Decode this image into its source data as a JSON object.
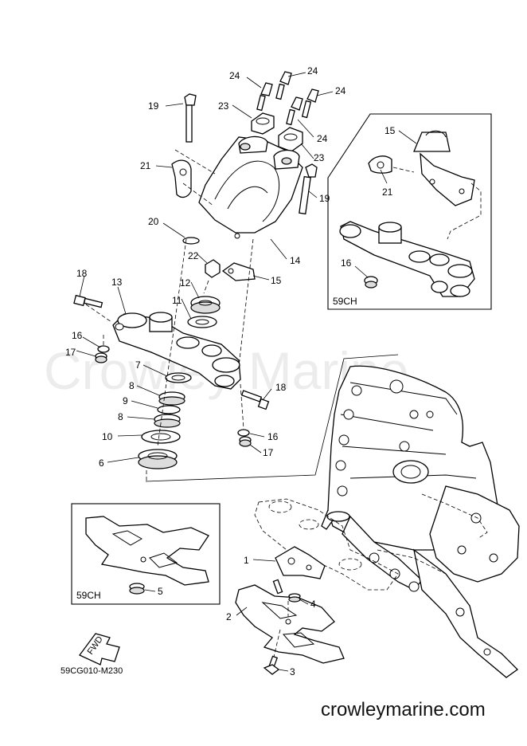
{
  "diagram": {
    "code": "59CG010-M230",
    "watermark": "Crowley Marine",
    "footer": "crowleymarine.com",
    "fwd_label": "FWD",
    "insets": {
      "upper_right": "59CH",
      "lower_left": "59CH"
    },
    "callouts": {
      "n24a": "24",
      "n24b": "24",
      "n24c": "24",
      "n24d": "24",
      "n23a": "23",
      "n23b": "23",
      "n19a": "19",
      "n19b": "19",
      "n21": "21",
      "n20": "20",
      "n22": "22",
      "n14": "14",
      "n15": "15",
      "n18a": "18",
      "n13": "13",
      "n12": "12",
      "n11": "11",
      "n16a": "16",
      "n17a": "17",
      "n7": "7",
      "n8a": "8",
      "n9": "9",
      "n8b": "8",
      "n10": "10",
      "n6": "6",
      "n18b": "18",
      "n16b": "16",
      "n17b": "17",
      "n1": "1",
      "n4": "4",
      "n2": "2",
      "n3": "3",
      "n5": "5",
      "i15": "15",
      "i21": "21",
      "i16": "16"
    }
  }
}
